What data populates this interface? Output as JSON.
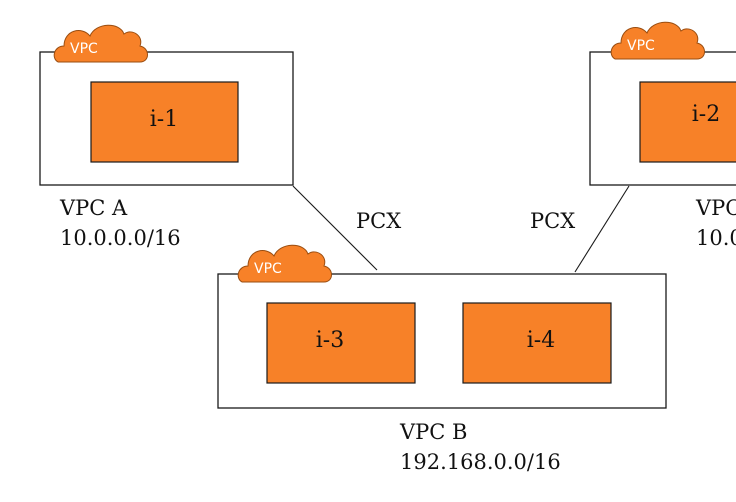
{
  "colors": {
    "instance_fill": "#f78128",
    "cloud_fill": "#f78128",
    "line": "#1a1a1a"
  },
  "clouds": {
    "vpc_a": "VPC",
    "vpc_c": "VPC",
    "vpc_b": "VPC"
  },
  "instances": {
    "i1": "i-1",
    "i2": "i-2",
    "i3": "i-3",
    "i4": "i-4"
  },
  "vpcs": {
    "a": {
      "name": "VPC A",
      "cidr": "10.0.0.0/16"
    },
    "c": {
      "name": "VPC",
      "cidr": "10.0"
    },
    "b": {
      "name": "VPC B",
      "cidr": "192.168.0.0/16"
    }
  },
  "peering": {
    "left": "PCX",
    "right": "PCX"
  }
}
